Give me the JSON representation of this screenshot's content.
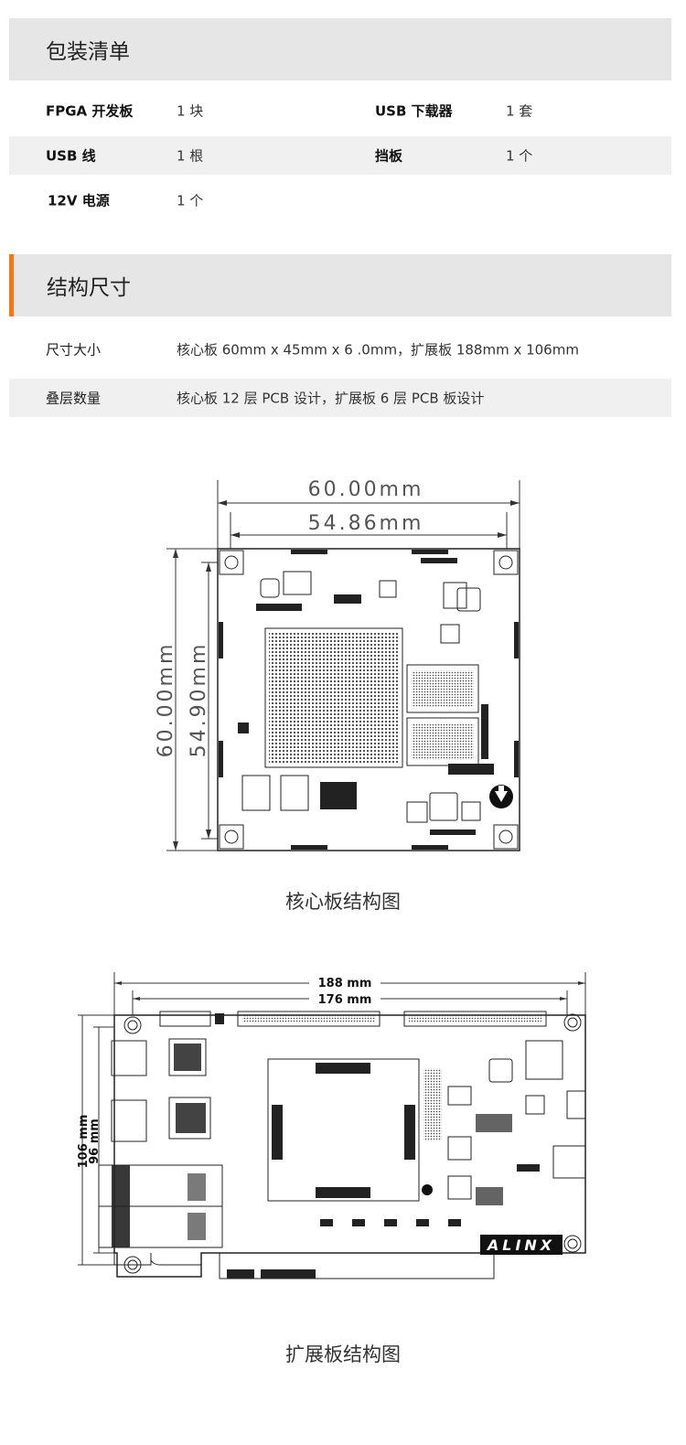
{
  "packing": {
    "title": "包装清单",
    "rows": [
      [
        {
          "k": "FPGA 开发板",
          "v": "1 块"
        },
        {
          "k": "USB 下载器",
          "v": "1 套"
        }
      ],
      [
        {
          "k": "USB 线",
          "v": "1 根"
        },
        {
          "k": "挡板",
          "v": "1 个"
        }
      ],
      [
        {
          "k": "12V 电源",
          "v": "1 个"
        }
      ]
    ]
  },
  "structure": {
    "title": "结构尺寸",
    "rows": [
      {
        "k": "尺寸大小",
        "v": "核心板 60mm x 45mm x 6 .0mm，扩展板 188mm x 106mm"
      },
      {
        "k": "叠层数量",
        "v": "核心板 12 层 PCB 设计，扩展板 6 层 PCB 板设计"
      }
    ]
  },
  "core_drawing": {
    "dim_outer_w": "60.00mm",
    "dim_inner_w": "54.86mm",
    "dim_outer_h": "60.00mm",
    "dim_inner_h": "54.90mm",
    "caption": "核心板结构图"
  },
  "ext_drawing": {
    "dim_outer_w": "188 mm",
    "dim_inner_w": "176 mm",
    "dim_outer_h": "106 mm",
    "dim_inner_h": "96 mm",
    "brand": "ALINX",
    "caption": "扩展板结构图"
  },
  "colors": {
    "accent": "#e8792b",
    "header_bg": "#e6e6e6",
    "row_shade": "#f0f0f0"
  }
}
